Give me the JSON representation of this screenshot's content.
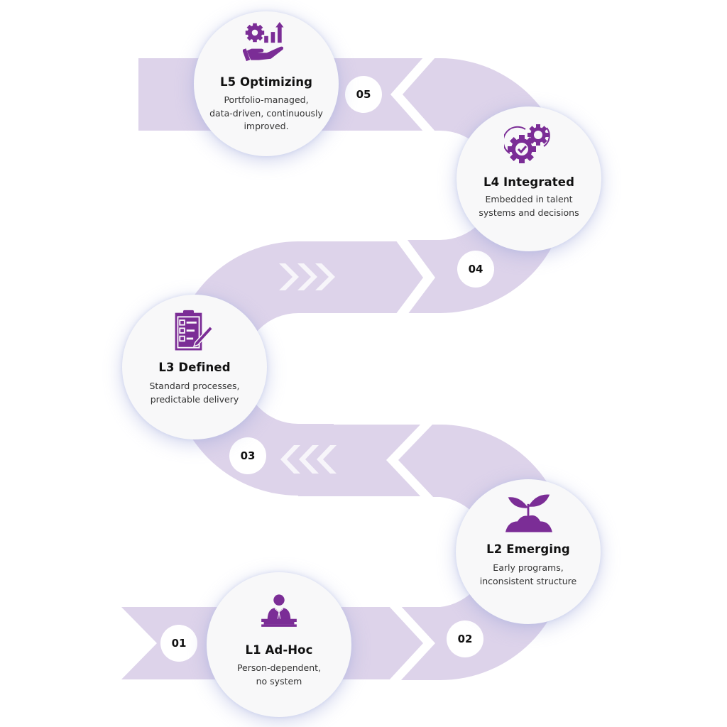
{
  "colors": {
    "band": "#ddd3ea",
    "accent": "#7b2d96",
    "chevron": "#ffffff",
    "circle": "#f8f8f9"
  },
  "stages": [
    {
      "id": "l1",
      "number": "01",
      "title": "L1 Ad-Hoc",
      "description": [
        "Person-dependent,",
        "no system"
      ],
      "icon": "presenter-podium-icon"
    },
    {
      "id": "l2",
      "number": "02",
      "title": "L2 Emerging",
      "description": [
        "Early programs,",
        "inconsistent structure"
      ],
      "icon": "sprout-icon"
    },
    {
      "id": "l3",
      "number": "03",
      "title": "L3 Defined",
      "description": [
        "Standard processes,",
        "predictable delivery"
      ],
      "icon": "clipboard-checklist-icon"
    },
    {
      "id": "l4",
      "number": "04",
      "title": "L4 Integrated",
      "description": [
        "Embedded in talent",
        "systems and decisions"
      ],
      "icon": "gears-cycle-icon"
    },
    {
      "id": "l5",
      "number": "05",
      "title": "L5 Optimizing",
      "description": [
        "Portfolio-managed,",
        "data-driven, continuously",
        "improved."
      ],
      "icon": "gear-growth-hand-icon"
    }
  ]
}
